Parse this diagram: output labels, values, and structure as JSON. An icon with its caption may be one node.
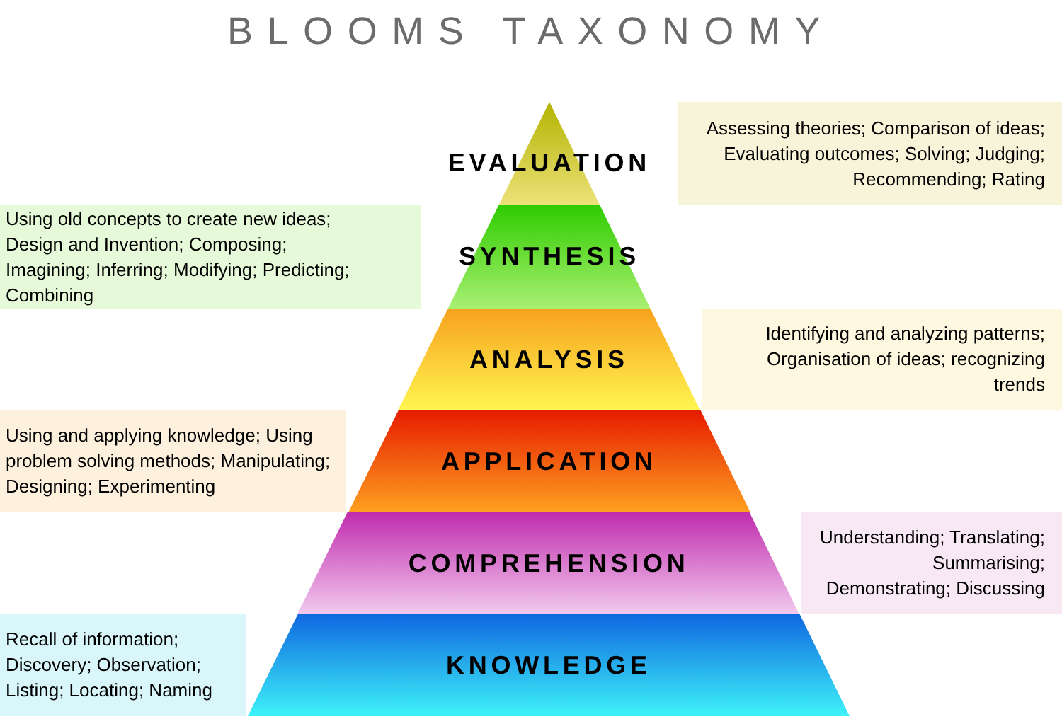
{
  "diagram": {
    "title": "BLOOMS TAXONOMY",
    "nodes": [
      {
        "text": [
          "EVALUATION"
        ]
      },
      {
        "text": [
          "Assessing theories; Comparison of ideas; Evaluating outcomes; Solving; Judging; Recommending; Rating"
        ]
      },
      {
        "text": [
          "Using old concepts to create new ideas; Design and Invention; Composing; Imagining; Inferring; Modifying; Predicting; Combining"
        ]
      },
      {
        "text": [
          "SYNTHESIS"
        ]
      },
      {
        "text": [
          "ANALYSIS"
        ]
      },
      {
        "text": [
          "Identifying and analyzing patterns; Organisation of ideas; recognizing trends"
        ]
      },
      {
        "text": [
          "Using and applying knowledge; Using problem solving methods; Manipulating; Designing; Experimenting"
        ]
      },
      {
        "text": [
          "APPLICATION"
        ]
      },
      {
        "text": [
          "COMPREHENSION"
        ]
      },
      {
        "text": [
          "Understanding; Translating; Summarising; Demonstrating; Discussing"
        ]
      },
      {
        "text": [
          "Recall of information; Discovery; Observation; Listing; Locating; Naming"
        ]
      },
      {
        "text": [
          "KNOWLEDGE"
        ]
      }
    ]
  }
}
